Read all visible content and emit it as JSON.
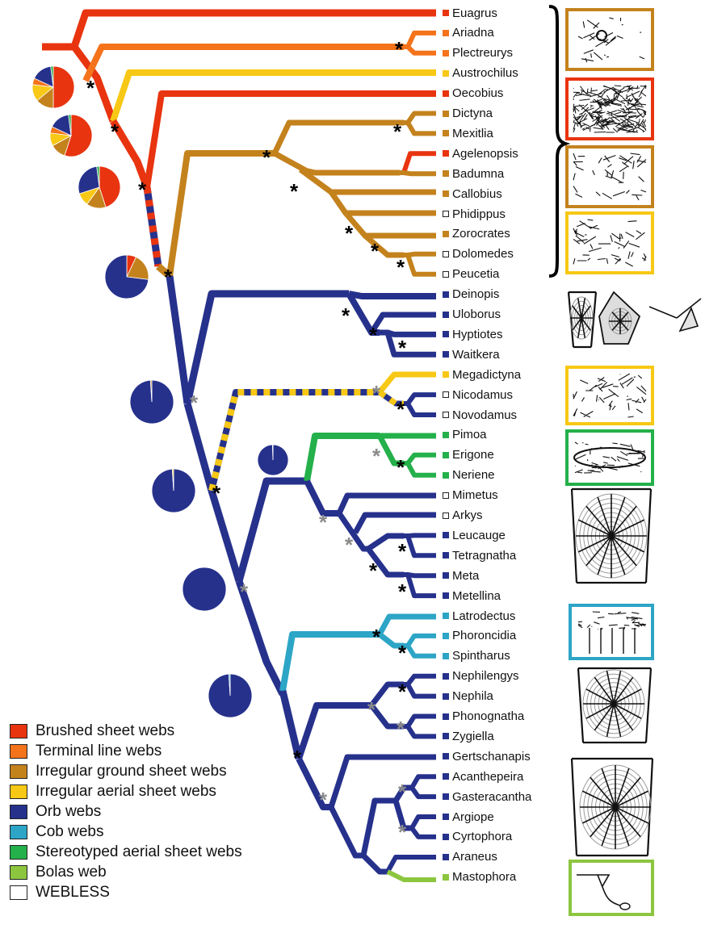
{
  "legend": [
    {
      "label": "Brushed sheet webs",
      "color": "#E8340F",
      "key": "brushed"
    },
    {
      "label": "Terminal line webs",
      "color": "#F4731B",
      "key": "terminal"
    },
    {
      "label": "Irregular ground sheet webs",
      "color": "#C4821D",
      "key": "ground"
    },
    {
      "label": "Irregular aerial sheet webs",
      "color": "#F7C815",
      "key": "aerial"
    },
    {
      "label": "Orb webs",
      "color": "#26318C",
      "key": "orb"
    },
    {
      "label": "Cob webs",
      "color": "#2CA5C6",
      "key": "cob"
    },
    {
      "label": "Stereotyped aerial sheet webs",
      "color": "#24B04A",
      "key": "stereo"
    },
    {
      "label": "Bolas web",
      "color": "#8CC63F",
      "key": "bolas"
    },
    {
      "label": "WEBLESS",
      "color": "#FFFFFF",
      "key": "webless"
    }
  ],
  "taxa": [
    {
      "name": "Euagrus",
      "state": "brushed"
    },
    {
      "name": "Ariadna",
      "state": "terminal"
    },
    {
      "name": "Plectreurys",
      "state": "terminal"
    },
    {
      "name": "Austrochilus",
      "state": "aerial"
    },
    {
      "name": "Oecobius",
      "state": "brushed"
    },
    {
      "name": "Dictyna",
      "state": "ground"
    },
    {
      "name": "Mexitlia",
      "state": "ground"
    },
    {
      "name": "Agelenopsis",
      "state": "brushed"
    },
    {
      "name": "Badumna",
      "state": "ground"
    },
    {
      "name": "Callobius",
      "state": "ground"
    },
    {
      "name": "Phidippus",
      "state": "webless"
    },
    {
      "name": "Zorocrates",
      "state": "ground"
    },
    {
      "name": "Dolomedes",
      "state": "webless"
    },
    {
      "name": "Peucetia",
      "state": "webless"
    },
    {
      "name": "Deinopis",
      "state": "orb"
    },
    {
      "name": "Uloborus",
      "state": "orb"
    },
    {
      "name": "Hyptiotes",
      "state": "orb"
    },
    {
      "name": "Waitkera",
      "state": "orb"
    },
    {
      "name": "Megadictyna",
      "state": "aerial"
    },
    {
      "name": "Nicodamus",
      "state": "webless"
    },
    {
      "name": "Novodamus",
      "state": "webless"
    },
    {
      "name": "Pimoa",
      "state": "stereo"
    },
    {
      "name": "Erigone",
      "state": "stereo"
    },
    {
      "name": "Neriene",
      "state": "stereo"
    },
    {
      "name": "Mimetus",
      "state": "webless"
    },
    {
      "name": "Arkys",
      "state": "webless"
    },
    {
      "name": "Leucauge",
      "state": "orb"
    },
    {
      "name": "Tetragnatha",
      "state": "orb"
    },
    {
      "name": "Meta",
      "state": "orb"
    },
    {
      "name": "Metellina",
      "state": "orb"
    },
    {
      "name": "Latrodectus",
      "state": "cob"
    },
    {
      "name": "Phoroncidia",
      "state": "cob"
    },
    {
      "name": "Spintharus",
      "state": "cob"
    },
    {
      "name": "Nephilengys",
      "state": "orb"
    },
    {
      "name": "Nephila",
      "state": "orb"
    },
    {
      "name": "Phonognatha",
      "state": "orb"
    },
    {
      "name": "Zygiella",
      "state": "orb"
    },
    {
      "name": "Gertschanapis",
      "state": "orb"
    },
    {
      "name": "Acanthepeira",
      "state": "orb"
    },
    {
      "name": "Gasteracantha",
      "state": "orb"
    },
    {
      "name": "Argiope",
      "state": "orb"
    },
    {
      "name": "Cyrtophora",
      "state": "orb"
    },
    {
      "name": "Araneus",
      "state": "orb"
    },
    {
      "name": "Mastophora",
      "state": "bolas"
    }
  ],
  "pies": [
    {
      "node": "ancestor-1",
      "slices": [
        {
          "state": "brushed",
          "value": 0.5
        },
        {
          "state": "ground",
          "value": 0.14
        },
        {
          "state": "aerial",
          "value": 0.13
        },
        {
          "state": "terminal",
          "value": 0.05
        },
        {
          "state": "orb",
          "value": 0.16
        },
        {
          "state": "stereo",
          "value": 0.02
        }
      ]
    },
    {
      "node": "ancestor-2",
      "slices": [
        {
          "state": "brushed",
          "value": 0.55
        },
        {
          "state": "ground",
          "value": 0.12
        },
        {
          "state": "aerial",
          "value": 0.1
        },
        {
          "state": "terminal",
          "value": 0.05
        },
        {
          "state": "orb",
          "value": 0.16
        },
        {
          "state": "stereo",
          "value": 0.02
        }
      ]
    },
    {
      "node": "ancestor-3",
      "slices": [
        {
          "state": "brushed",
          "value": 0.45
        },
        {
          "state": "ground",
          "value": 0.15
        },
        {
          "state": "aerial",
          "value": 0.1
        },
        {
          "state": "orb",
          "value": 0.28
        },
        {
          "state": "stereo",
          "value": 0.02
        }
      ]
    },
    {
      "node": "ancestor-4",
      "slices": [
        {
          "state": "brushed",
          "value": 0.07
        },
        {
          "state": "ground",
          "value": 0.2
        },
        {
          "state": "orb",
          "value": 0.73
        }
      ]
    },
    {
      "node": "ancestor-5",
      "slices": [
        {
          "state": "orb",
          "value": 0.99
        },
        {
          "state": "ground",
          "value": 0.01
        }
      ]
    },
    {
      "node": "ancestor-6",
      "slices": [
        {
          "state": "orb",
          "value": 0.99
        },
        {
          "state": "aerial",
          "value": 0.01
        }
      ]
    },
    {
      "node": "ancestor-7",
      "slices": [
        {
          "state": "orb",
          "value": 0.995
        },
        {
          "state": "stereo",
          "value": 0.005
        }
      ]
    },
    {
      "node": "ancestor-8",
      "slices": [
        {
          "state": "orb",
          "value": 1.0
        }
      ]
    },
    {
      "node": "ancestor-9",
      "slices": [
        {
          "state": "orb",
          "value": 0.99
        },
        {
          "state": "cob",
          "value": 0.01
        }
      ]
    }
  ],
  "support": {
    "high": "black",
    "moderate": "gray",
    "symbol": "*"
  },
  "web_illustrations": [
    {
      "name": "terminal-line-web",
      "frame": "ground"
    },
    {
      "name": "brushed-sheet-web",
      "frame": "brushed"
    },
    {
      "name": "ground-sheet-web",
      "frame": "ground"
    },
    {
      "name": "aerial-sheet-web",
      "frame": "aerial"
    },
    {
      "name": "orb-web-deinopis",
      "frame": null
    },
    {
      "name": "orb-web-uloborus",
      "frame": null
    },
    {
      "name": "orb-web-hyptiotes",
      "frame": null
    },
    {
      "name": "aerial-sheet-web-2",
      "frame": "aerial"
    },
    {
      "name": "stereotyped-sheet-web",
      "frame": "stereo"
    },
    {
      "name": "orb-web-tetragnathid",
      "frame": null
    },
    {
      "name": "cob-web",
      "frame": "cob"
    },
    {
      "name": "orb-web-nephila",
      "frame": null
    },
    {
      "name": "orb-web-araneid",
      "frame": null
    },
    {
      "name": "bolas-web",
      "frame": "bolas"
    }
  ]
}
